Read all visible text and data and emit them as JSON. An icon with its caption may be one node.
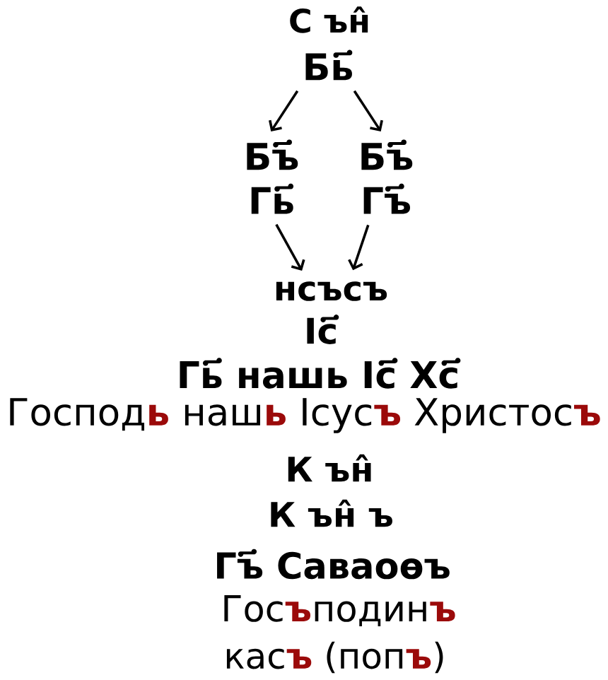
{
  "diagram": {
    "nodes": [
      {
        "text": [
          "Бь҃"
        ]
      },
      {
        "text": [
          "Бъ҃",
          "Гь҃"
        ]
      },
      {
        "text": [
          "Бъ҃",
          "Гъ҃"
        ]
      },
      {
        "text": [
          "нсъсъ"
        ]
      }
    ],
    "edges": [
      {
        "from": 0,
        "to": 1,
        "arrow": "to"
      },
      {
        "from": 0,
        "to": 2,
        "arrow": "to"
      },
      {
        "from": 1,
        "to": 3,
        "arrow": "to"
      },
      {
        "from": 2,
        "to": 3,
        "arrow": "to"
      }
    ],
    "labels": [
      "С ън̂",
      "Іс҃",
      "Гь҃ нашь Іс҃ Хс҃",
      "Господ**ь** наш**ь** Ісус**ъ** Христос**ъ**",
      "К ън̂",
      "К ън̂ ъ",
      "Гъ҃ Саваоѳъ",
      "Гос**ъ**подин**ъ**",
      "кас**ъ** (поп**ъ**)"
    ]
  }
}
